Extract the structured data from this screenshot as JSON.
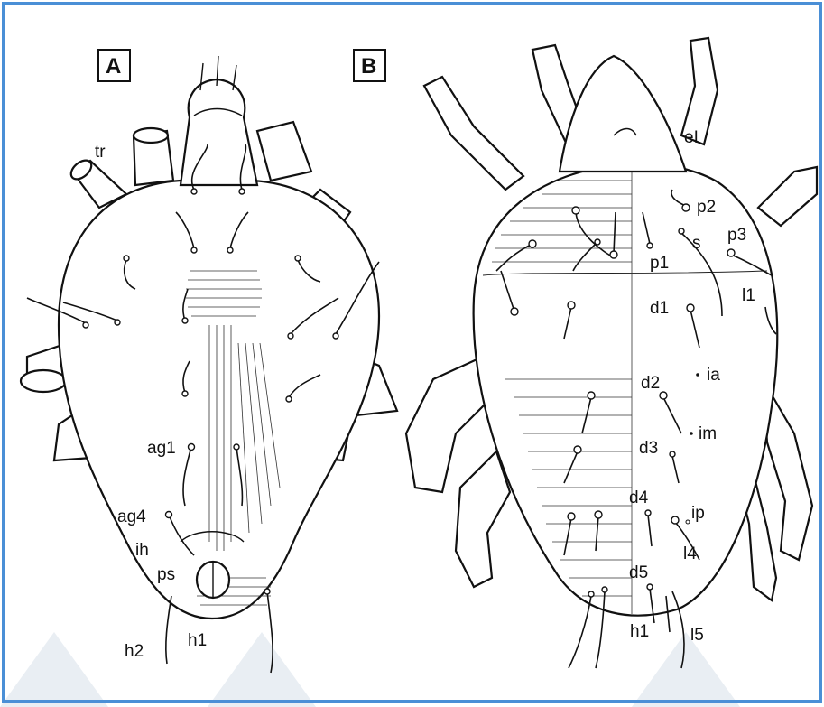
{
  "panels": {
    "A": {
      "label": "A"
    },
    "B": {
      "label": "B"
    }
  },
  "labels_A": {
    "tr": "tr",
    "ag1": "ag1",
    "ag4": "ag4",
    "ih": "ih",
    "ps": "ps",
    "h2": "h2",
    "h1": "h1"
  },
  "labels_B": {
    "eI": "eI",
    "p2": "p2",
    "s": "s",
    "p3": "p3",
    "p1": "p1",
    "l1": "l1",
    "d1": "d1",
    "ia": "ia",
    "d2": "d2",
    "im": "im",
    "d3": "d3",
    "d4": "d4",
    "ip": "ip",
    "l4": "l4",
    "d5": "d5",
    "h1": "h1",
    "l5": "l5"
  },
  "colors": {
    "frame": "#4a8fd6",
    "ink": "#111111",
    "watermark": "#e9eef3"
  }
}
